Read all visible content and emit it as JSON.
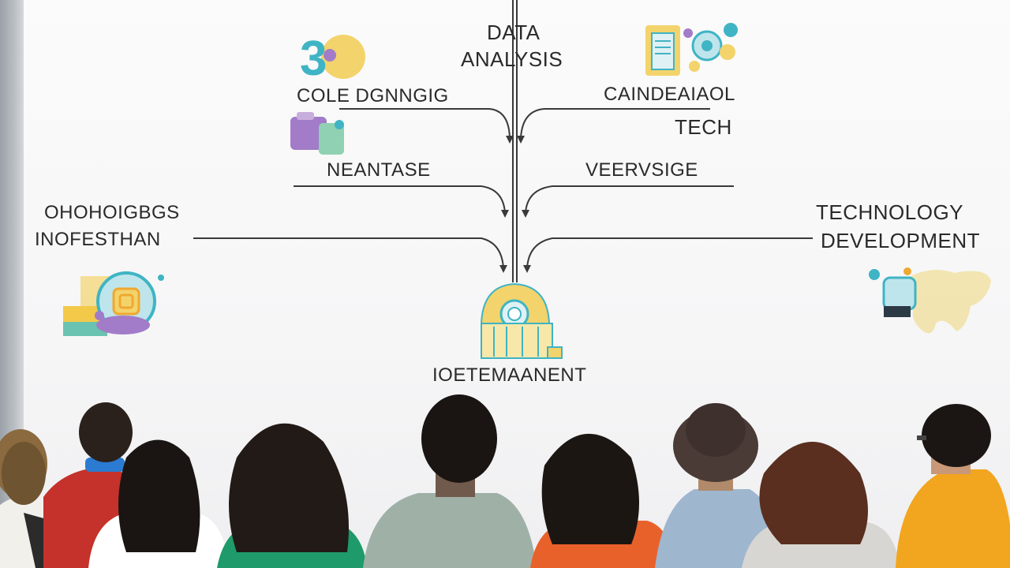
{
  "diagram": {
    "labels": {
      "top_center_line1": "DATA",
      "top_center_line2": "ANALYSIS",
      "upper_left": "COLE DGNNGIG",
      "upper_right": "CAINDEAIAOL",
      "right_tech": "TECH",
      "mid_left": "NEANTASE",
      "mid_right": "VEERVSIGE",
      "far_left_line1": "OHOHOIGBGS",
      "far_left_line2": "INOFESTHAN",
      "far_right_line1": "TECHNOLOGY",
      "far_right_line2": "DEVELOPMENT",
      "bottom_center": "IOETEMAANENT"
    },
    "colors": {
      "teal": "#3fb4c4",
      "yellow": "#f3d36b",
      "purple": "#a27cc8",
      "line": "#3a3a3a",
      "board": "#f7f7f8"
    }
  },
  "audience": {
    "count": 9,
    "shirt_colors": [
      "#f2f0ea",
      "#c4322b",
      "#ffffff",
      "#1f9a6a",
      "#9fb1a6",
      "#e9612a",
      "#9fb6cf",
      "#d8d6d2",
      "#f2a51f"
    ]
  }
}
